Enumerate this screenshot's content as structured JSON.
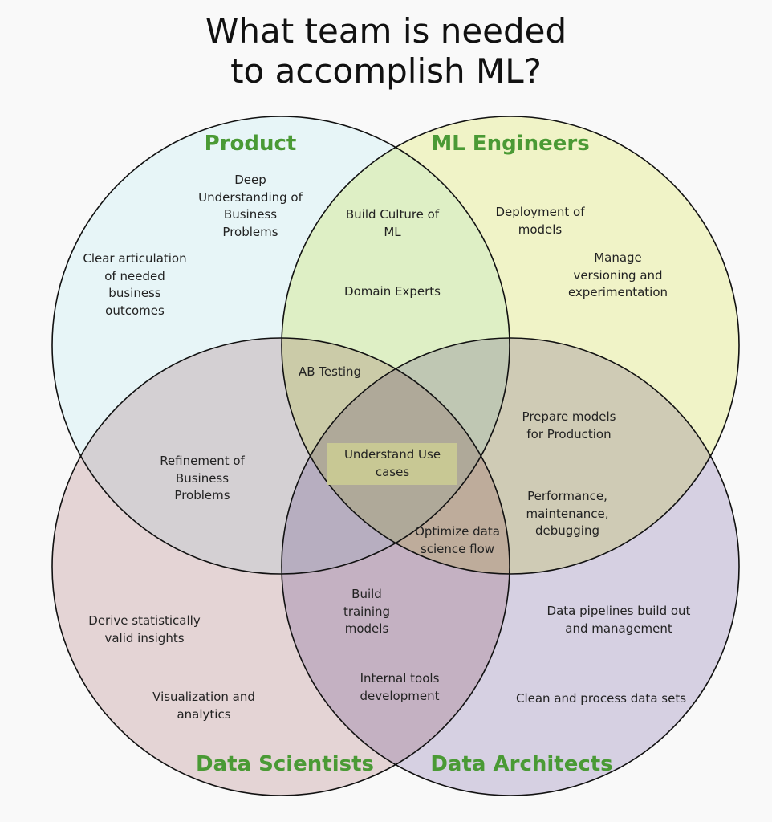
{
  "title": "What team is needed\nto accomplish ML?",
  "colors": {
    "group_title": "#4a9a35",
    "product_fill": "#edfbfd",
    "ml_engineers_fill": "#f6f9cc",
    "data_scientists_fill": "#ead9da",
    "data_architects_fill": "#dcd5e8",
    "highlight": "#c8c894",
    "stroke": "#111111"
  },
  "groups": {
    "product": "Product",
    "ml_engineers": "ML Engineers",
    "data_scientists": "Data Scientists",
    "data_architects": "Data Architects"
  },
  "items": {
    "deep_understanding": "Deep\nUnderstanding of\nBusiness\nProblems",
    "clear_articulation": "Clear articulation\nof needed\nbusiness\noutcomes",
    "build_culture": "Build Culture of\nML",
    "domain_experts": "Domain Experts",
    "deployment": "Deployment of\nmodels",
    "manage_versioning": "Manage\nversioning and\nexperimentation",
    "ab_testing": "AB Testing",
    "refinement": "Refinement of\nBusiness\nProblems",
    "understand_use_cases": "Understand Use\ncases",
    "prepare_models": "Prepare models\nfor Production",
    "performance": "Performance,\nmaintenance,\ndebugging",
    "optimize_flow": "Optimize data\nscience  flow",
    "derive_insights": "Derive statistically\nvalid insights",
    "build_training": "Build\ntraining\nmodels",
    "data_pipelines": "Data pipelines build out\nand management",
    "visualization": "Visualization and\nanalytics",
    "internal_tools": "Internal tools\ndevelopment",
    "clean_process": "Clean and process data sets"
  }
}
